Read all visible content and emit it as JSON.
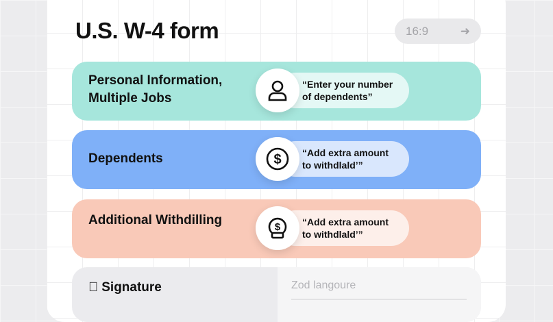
{
  "header": {
    "title": "U.S. W-4 form",
    "aspect_pill": "16:9",
    "pill_icon": "arrow-right-icon"
  },
  "sections": [
    {
      "label_line1": "Personal Information,",
      "label_line2": "Multiple Jobs",
      "icon": "person-icon",
      "quote_line1": "“Enter your number",
      "quote_line2": "of dependents”",
      "color": "#a6e6dc"
    },
    {
      "label_line1": "Dependents",
      "icon": "dollar-icon",
      "quote_line1": "“Add extra amount",
      "quote_line2": "to withdlald’”",
      "color": "#7fb0f8"
    },
    {
      "label_line1": "Additional Withdilling",
      "icon": "money-bag-icon",
      "quote_line1": "“Add extra amount",
      "quote_line2": "to withdlald’”",
      "color": "#f9c9b8"
    }
  ],
  "signature": {
    "label": "Signature",
    "placeholder": "Zod langoure"
  }
}
